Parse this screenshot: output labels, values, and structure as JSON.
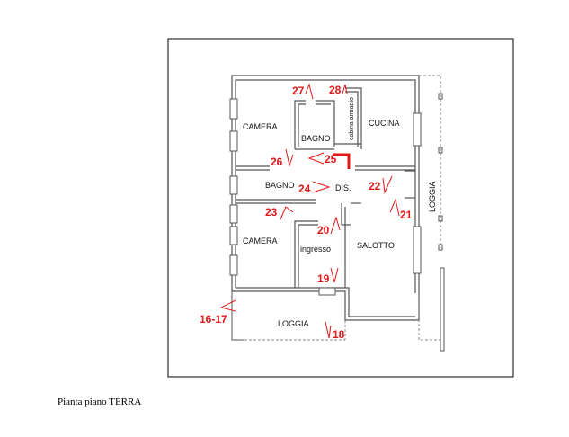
{
  "caption": "Pianta piano TERRA",
  "colors": {
    "wall": "#555555",
    "marker": "#e01818",
    "frame": "#000000"
  },
  "rooms": {
    "camera_top": "CAMERA",
    "bagno_top": "BAGNO",
    "cabina": "cabina armadio",
    "cucina": "CUCINA",
    "bagno_mid": "BAGNO",
    "dis": "DIS.",
    "camera_bottom": "CAMERA",
    "ingresso": "ingresso",
    "salotto": "SALOTTO",
    "loggia_bottom": "LOGGIA",
    "loggia_right": "LOGGIA"
  },
  "markers": {
    "m27": "27",
    "m28": "28",
    "m26": "26",
    "m25": "25",
    "m24": "24",
    "m23": "23",
    "m22": "22",
    "m21": "21",
    "m20": "20",
    "m19": "19",
    "m18": "18",
    "m1617": "16-17"
  }
}
